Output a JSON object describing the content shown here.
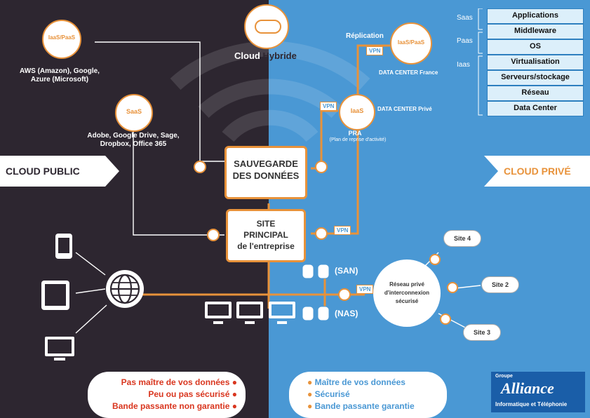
{
  "colors": {
    "dark": "#2d2630",
    "blue": "#4a98d4",
    "orange": "#e8923a",
    "red": "#d9361f"
  },
  "public_banner": "CLOUD PUBLIC",
  "private_banner": "CLOUD PRIVÉ",
  "hybrid": {
    "part1": "Cloud",
    "part2": "Hybride"
  },
  "public_cloud": {
    "iaas_label": "IaaS/PaaS",
    "iaas_caption": [
      "AWS (Amazon), Google,",
      "Azure (Microsoft)"
    ],
    "saas_label": "SaaS",
    "saas_caption": [
      "Adobe, Google Drive, Sage,",
      "Dropbox, Office 365"
    ]
  },
  "private_cloud": {
    "replication_label": "Réplication",
    "dc_france_cloud": "IaaS/PaaS",
    "dc_france_caption": "DATA CENTER France",
    "dc_prive_cloud": "IaaS",
    "dc_prive_caption": "DATA CENTER Privé",
    "pra_title": "PRA",
    "pra_sub": "(Plan de reprise d'activité)"
  },
  "vpn_label": "VPN",
  "stack": {
    "tags": [
      "Saas",
      "Paas",
      "Iaas"
    ],
    "layers": [
      "Applications",
      "Middleware",
      "OS",
      "Virtualisation",
      "Serveurs/stockage",
      "Réseau",
      "Data Center"
    ]
  },
  "backup_box": [
    "SAUVEGARDE",
    "DES DONNÉES"
  ],
  "site_box": [
    "SITE",
    "PRINCIPAL",
    "de l'entreprise"
  ],
  "storage": {
    "san": "(SAN)",
    "nas": "(NAS)"
  },
  "network": {
    "center": [
      "Réseau privé",
      "d'interconnexion",
      "sécurisé"
    ],
    "sites": [
      "Site 4",
      "Site 2",
      "Site 3"
    ]
  },
  "public_points": [
    "Pas maître de vos données",
    "Peu ou pas sécurisé",
    "Bande passante non garantie"
  ],
  "private_points": [
    "Maître de vos données",
    "Sécurisé",
    "Bande passante garantie"
  ],
  "logo": {
    "group": "Groupe",
    "name": "Alliance",
    "tagline": "Informatique et Téléphonie"
  }
}
